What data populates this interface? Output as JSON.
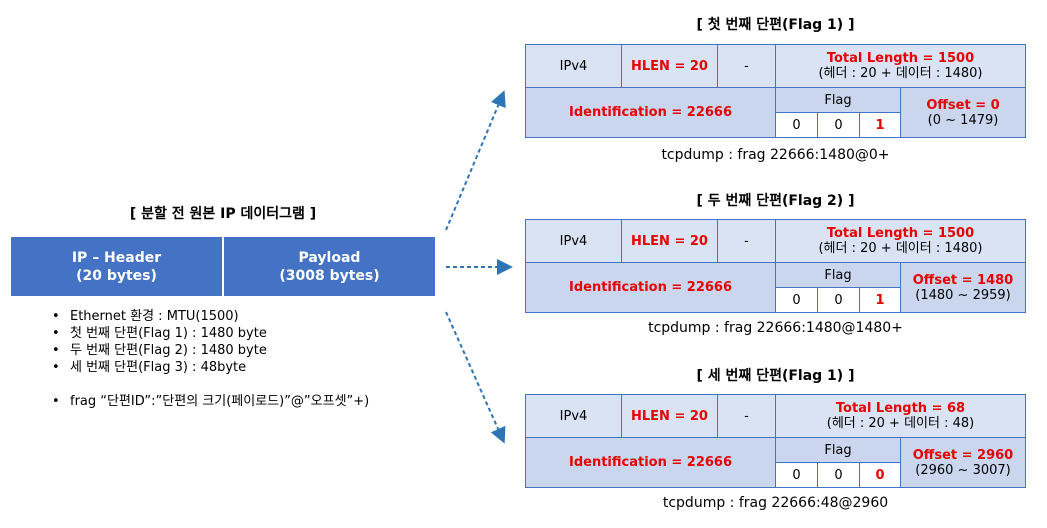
{
  "original": {
    "title": "[ 분할 전 원본 IP 데이터그램 ]",
    "header_label": "IP – Header",
    "header_size": "(20 bytes)",
    "payload_label": "Payload",
    "payload_size": "(3008 bytes)",
    "bullets": [
      "Ethernet 환경 : MTU(1500)",
      "첫 번째 단편(Flag 1) : 1480 byte",
      "두 번째 단편(Flag 2) : 1480 byte",
      "세 번째 단편(Flag 3) : 48byte",
      "frag “단편ID”:”단편의 크기(페이로드)”@”오프셋”+)"
    ]
  },
  "fragments": [
    {
      "title": "[ 첫 번째 단편(Flag 1) ]",
      "version": "IPv4",
      "hlen": "HLEN = 20",
      "dash": "-",
      "total_length": "Total Length = 1500",
      "total_detail": "(헤더 : 20 + 데이터 : 1480)",
      "identification": "Identification = 22666",
      "flag_label": "Flag",
      "flags": [
        "0",
        "0",
        "1"
      ],
      "offset": "Offset = 0",
      "offset_range": "(0 ~ 1479)",
      "tcpdump": "tcpdump : frag 22666:1480@0+"
    },
    {
      "title": "[ 두 번째 단편(Flag 2) ]",
      "version": "IPv4",
      "hlen": "HLEN = 20",
      "dash": "-",
      "total_length": "Total Length = 1500",
      "total_detail": "(헤더 : 20 + 데이터 : 1480)",
      "identification": "Identification = 22666",
      "flag_label": "Flag",
      "flags": [
        "0",
        "0",
        "1"
      ],
      "offset": "Offset = 1480",
      "offset_range": "(1480 ~ 2959)",
      "tcpdump": "tcpdump : frag 22666:1480@1480+"
    },
    {
      "title": "[ 세 번째 단편(Flag 1) ]",
      "version": "IPv4",
      "hlen": "HLEN = 20",
      "dash": "-",
      "total_length": "Total Length = 68",
      "total_detail": "(헤더 : 20 + 데이터 : 48)",
      "identification": "Identification = 22666",
      "flag_label": "Flag",
      "flags": [
        "0",
        "0",
        "0"
      ],
      "offset": "Offset = 2960",
      "offset_range": "(2960 ~ 3007)",
      "tcpdump": "tcpdump : frag 22666:48@2960"
    }
  ],
  "colors": {
    "header_fill": "#4472c4",
    "cell_light": "#dae3f3",
    "cell_mid": "#c9d6ee",
    "highlight_red": "#e60000",
    "arrow": "#2e75b6"
  }
}
